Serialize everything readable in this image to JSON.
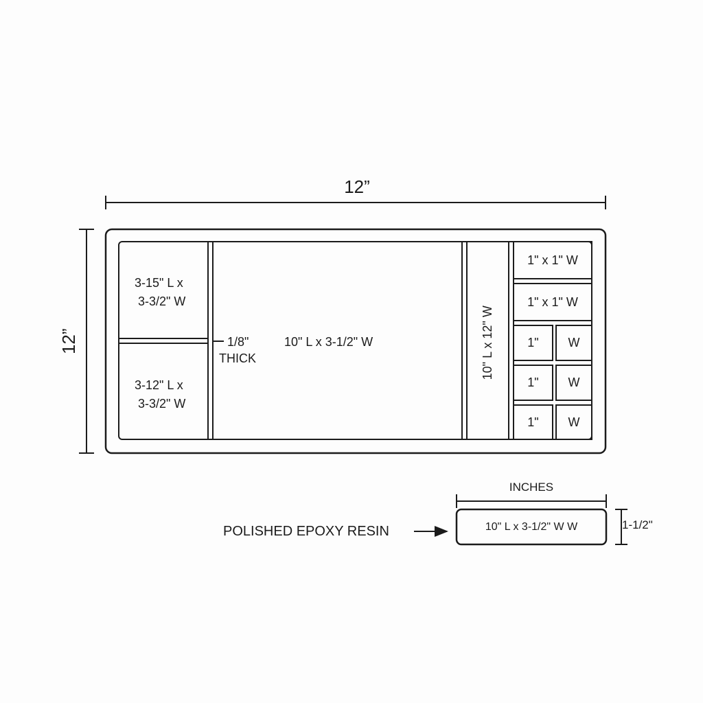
{
  "dimensions": {
    "overall_width": "12”",
    "overall_height": "12”"
  },
  "compartments": {
    "left_top": {
      "line1": "3-15\" L x",
      "line2": "3-3/2\" W"
    },
    "left_bottom": {
      "line1": "3-12\" L x",
      "line2": "3-3/2\" W"
    },
    "thickness": {
      "line1": "1/8\"",
      "line2": "THICK"
    },
    "main": "10\" L x 3-1/2\" W",
    "vertical": "10\" L x 12\" W",
    "small_1": "1\" x 1\" W",
    "small_2": "1\" x 1\" W",
    "grid_rows": [
      {
        "left": "1\"",
        "right": "W"
      },
      {
        "left": "1\"",
        "right": "W"
      },
      {
        "left": "1\"",
        "right": "W"
      }
    ]
  },
  "detail": {
    "units_label": "INCHES",
    "material_label": "POLISHED EPOXY RESIN",
    "bar_label": "10\" L x 3-1/2\" W W",
    "height_label": "1-1/2\""
  }
}
